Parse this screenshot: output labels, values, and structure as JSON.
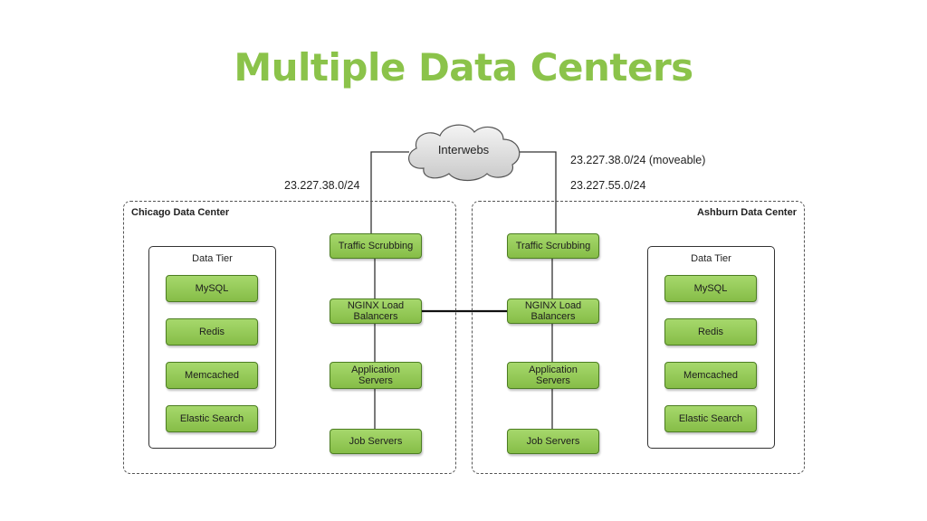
{
  "slide": {
    "title": "Multiple Data Centers",
    "accent_color": "#8bc34a"
  },
  "internet": {
    "label": "Interwebs"
  },
  "ip_labels": {
    "chicago": "23.227.38.0/24",
    "ashburn_moveable": "23.227.38.0/24 (moveable)",
    "ashburn": "23.227.55.0/24"
  },
  "datacenters": {
    "chicago": {
      "label": "Chicago Data Center",
      "data_tier": {
        "label": "Data Tier",
        "items": [
          "MySQL",
          "Redis",
          "Memcached",
          "Elastic Search"
        ]
      },
      "stack": [
        "Traffic Scrubbing",
        "NGINX Load\nBalancers",
        "Application\nServers",
        "Job Servers"
      ]
    },
    "ashburn": {
      "label": "Ashburn Data Center",
      "data_tier": {
        "label": "Data Tier",
        "items": [
          "MySQL",
          "Redis",
          "Memcached",
          "Elastic Search"
        ]
      },
      "stack": [
        "Traffic Scrubbing",
        "NGINX Load\nBalancers",
        "Application\nServers",
        "Job Servers"
      ]
    }
  }
}
